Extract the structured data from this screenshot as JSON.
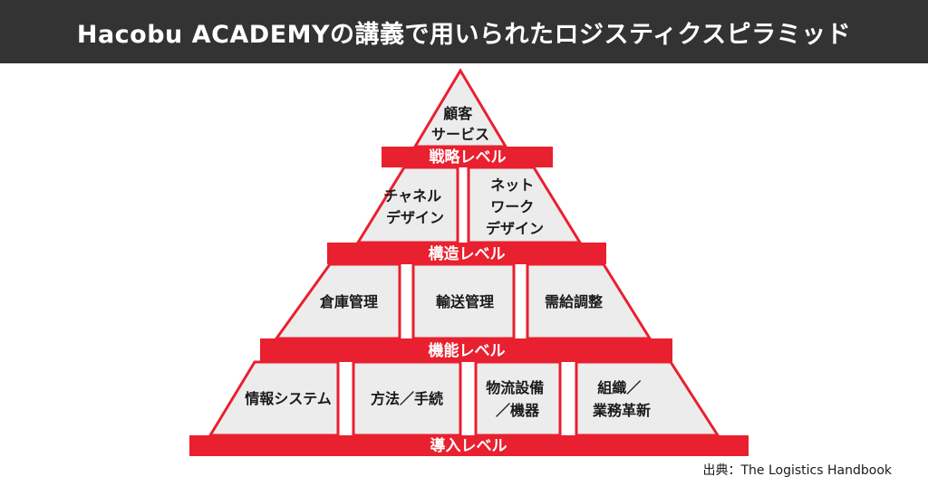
{
  "title": "Hacobu ACADEMYの講義で用いられたロジスティクスピラミッド",
  "colors": {
    "accent": "#e8202f",
    "cell_fill": "#ececec",
    "title_bg": "#333333"
  },
  "pyramid": {
    "top": {
      "lines": [
        "顧客",
        "サービス"
      ]
    },
    "band1": "戦略レベル",
    "tier2": [
      {
        "lines": [
          "チャネル",
          "デザイン"
        ]
      },
      {
        "lines": [
          "ネット",
          "ワーク",
          "デザイン"
        ]
      }
    ],
    "band2": "構造レベル",
    "tier3": [
      {
        "lines": [
          "倉庫管理"
        ]
      },
      {
        "lines": [
          "輸送管理"
        ]
      },
      {
        "lines": [
          "需給調整"
        ]
      }
    ],
    "band3": "機能レベル",
    "tier4": [
      {
        "lines": [
          "情報システム"
        ]
      },
      {
        "lines": [
          "方法／手続"
        ]
      },
      {
        "lines": [
          "物流設備",
          "／機器"
        ]
      },
      {
        "lines": [
          "組織／",
          "業務革新"
        ]
      }
    ],
    "band4": "導入レベル"
  },
  "source": "出典：The Logistics Handbook"
}
